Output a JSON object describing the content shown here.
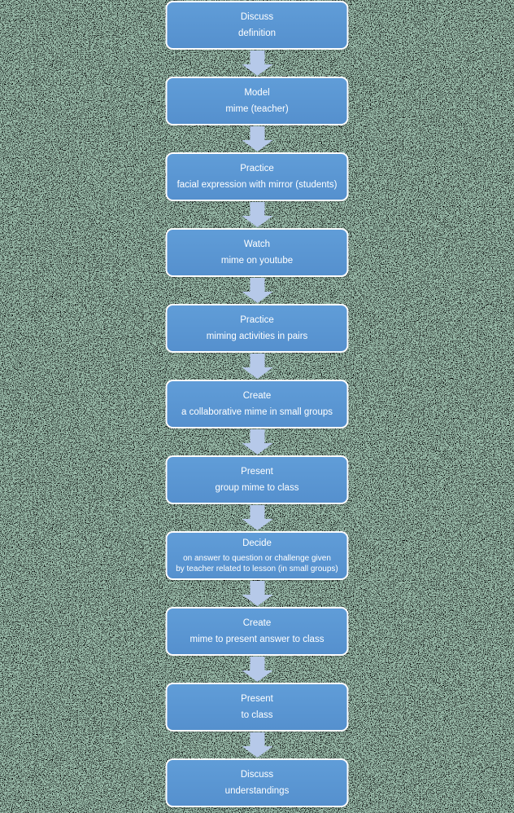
{
  "flowchart": {
    "steps": [
      {
        "heading": "Discuss",
        "body": "definition"
      },
      {
        "heading": "Model",
        "body": "mime (teacher)"
      },
      {
        "heading": "Practice",
        "body": "facial expression with mirror (students)"
      },
      {
        "heading": "Watch",
        "body": "mime on youtube"
      },
      {
        "heading": "Practice",
        "body": "miming activities in pairs"
      },
      {
        "heading": "Create",
        "body": "a collaborative mime in small groups"
      },
      {
        "heading": "Present",
        "body": "group mime to class"
      },
      {
        "heading": "Decide",
        "body": "on answer to question or challenge  given\nby teacher related to lesson (in small groups)"
      },
      {
        "heading": "Create",
        "body": "mime to present answer to class"
      },
      {
        "heading": "Present",
        "body": "to class"
      },
      {
        "heading": "Discuss",
        "body": "understandings"
      }
    ],
    "colors": {
      "box_fill_top": "#609dd8",
      "box_fill_bottom": "#5590ce",
      "box_border": "#fdfdfe",
      "box_text": "#ffffff",
      "arrow_fill": "#b6c9e9",
      "bg_noise_green": "#4f7a63",
      "bg_noise_black": "#000000"
    }
  }
}
